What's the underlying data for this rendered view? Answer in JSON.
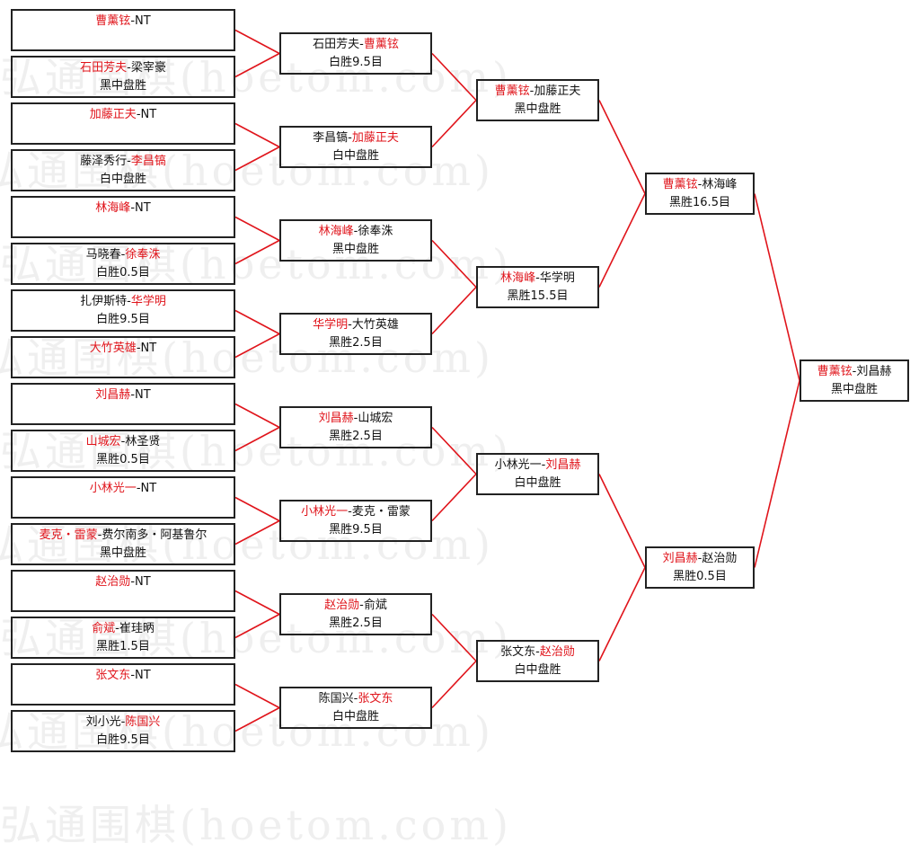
{
  "watermark": "弘通围棋(hoetom.com)",
  "colors": {
    "winner": "#e0141b",
    "line": "#e0141b",
    "border": "#222222"
  },
  "rounds": [
    [
      {
        "p1": "曹薰铉",
        "p2": "NT",
        "winner": 1,
        "result": ""
      },
      {
        "p1": "石田芳夫",
        "p2": "梁宰豪",
        "winner": 1,
        "result": "黑中盘胜"
      },
      {
        "p1": "加藤正夫",
        "p2": "NT",
        "winner": 1,
        "result": ""
      },
      {
        "p1": "藤泽秀行",
        "p2": "李昌镐",
        "winner": 2,
        "result": "白中盘胜"
      },
      {
        "p1": "林海峰",
        "p2": "NT",
        "winner": 1,
        "result": ""
      },
      {
        "p1": "马晓春",
        "p2": "徐奉洙",
        "winner": 2,
        "result": "白胜0.5目"
      },
      {
        "p1": "扎伊斯特",
        "p2": "华学明",
        "winner": 2,
        "result": "白胜9.5目"
      },
      {
        "p1": "大竹英雄",
        "p2": "NT",
        "winner": 1,
        "result": ""
      },
      {
        "p1": "刘昌赫",
        "p2": "NT",
        "winner": 1,
        "result": ""
      },
      {
        "p1": "山城宏",
        "p2": "林圣贤",
        "winner": 1,
        "result": "黑胜0.5目"
      },
      {
        "p1": "小林光一",
        "p2": "NT",
        "winner": 1,
        "result": ""
      },
      {
        "p1": "麦克・雷蒙",
        "p2": "费尔南多・阿基鲁尔",
        "winner": 1,
        "result": "黑中盘胜"
      },
      {
        "p1": "赵治勋",
        "p2": "NT",
        "winner": 1,
        "result": ""
      },
      {
        "p1": "俞斌",
        "p2": "崔珪昞",
        "winner": 1,
        "result": "黑胜1.5目"
      },
      {
        "p1": "张文东",
        "p2": "NT",
        "winner": 1,
        "result": ""
      },
      {
        "p1": "刘小光",
        "p2": "陈国兴",
        "winner": 2,
        "result": "白胜9.5目"
      }
    ],
    [
      {
        "p1": "石田芳夫",
        "p2": "曹薰铉",
        "winner": 2,
        "result": "白胜9.5目"
      },
      {
        "p1": "李昌镐",
        "p2": "加藤正夫",
        "winner": 2,
        "result": "白中盘胜"
      },
      {
        "p1": "林海峰",
        "p2": "徐奉洙",
        "winner": 1,
        "result": "黑中盘胜"
      },
      {
        "p1": "华学明",
        "p2": "大竹英雄",
        "winner": 1,
        "result": "黑胜2.5目"
      },
      {
        "p1": "刘昌赫",
        "p2": "山城宏",
        "winner": 1,
        "result": "黑胜2.5目"
      },
      {
        "p1": "小林光一",
        "p2": "麦克・雷蒙",
        "winner": 1,
        "result": "黑胜9.5目"
      },
      {
        "p1": "赵治勋",
        "p2": "俞斌",
        "winner": 1,
        "result": "黑胜2.5目"
      },
      {
        "p1": "陈国兴",
        "p2": "张文东",
        "winner": 2,
        "result": "白中盘胜"
      }
    ],
    [
      {
        "p1": "曹薰铉",
        "p2": "加藤正夫",
        "winner": 1,
        "result": "黑中盘胜"
      },
      {
        "p1": "林海峰",
        "p2": "华学明",
        "winner": 1,
        "result": "黑胜15.5目"
      },
      {
        "p1": "小林光一",
        "p2": "刘昌赫",
        "winner": 2,
        "result": "白中盘胜"
      },
      {
        "p1": "张文东",
        "p2": "赵治勋",
        "winner": 2,
        "result": "白中盘胜"
      }
    ],
    [
      {
        "p1": "曹薰铉",
        "p2": "林海峰",
        "winner": 1,
        "result": "黑胜16.5目"
      },
      {
        "p1": "刘昌赫",
        "p2": "赵治勋",
        "winner": 1,
        "result": "黑胜0.5目"
      }
    ],
    [
      {
        "p1": "曹薰铉",
        "p2": "刘昌赫",
        "winner": 1,
        "result": "黑中盘胜"
      }
    ]
  ]
}
